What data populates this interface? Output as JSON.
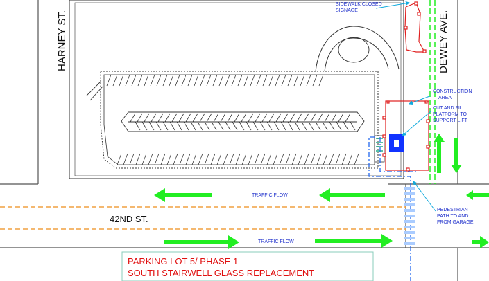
{
  "streets": {
    "harney": "HARNEY ST.",
    "dewey": "DEWEY AVE.",
    "forty_second": "42ND ST."
  },
  "annotations": {
    "sidewalk_closed": [
      "SIDEWALK CLOSED",
      "SIGNAGE"
    ],
    "construction_area": [
      "CONSTRUCTION",
      "AREA"
    ],
    "cut_fill": [
      "CUT AND FILL",
      "PLATFORM TO",
      "SUPPORT LIFT"
    ],
    "pedestrian_path": [
      "PEDESTRIAN",
      "PATH TO AND",
      "FROM GARAGE"
    ],
    "traffic_flow_upper": "TRAFFIC FLOW",
    "traffic_flow_lower": "TRAFFIC FLOW"
  },
  "title_block": {
    "line1": "PARKING LOT 5/ PHASE 1",
    "line2": "SOUTH STAIRWELL GLASS REPLACEMENT"
  },
  "colors": {
    "annotation_blue": "#2233cc",
    "leader_cyan": "#11aadd",
    "arrow_green": "#22ee22",
    "construction_red": "#e02020",
    "street_orange": "#f0a040",
    "title_red": "#e01010",
    "title_border": "#88ccbb",
    "linework": "#333333"
  }
}
